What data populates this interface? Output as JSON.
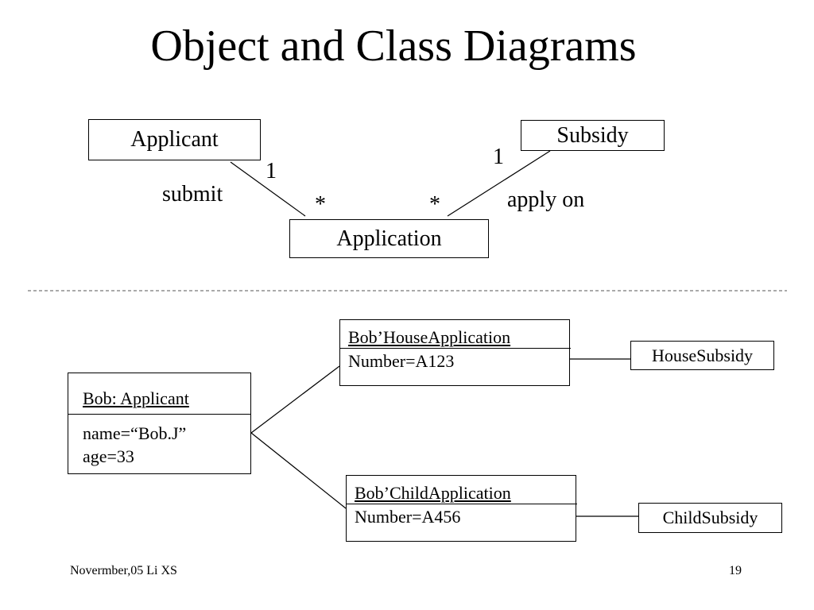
{
  "title": "Object and Class Diagrams",
  "class_diagram": {
    "classes": {
      "applicant": "Applicant",
      "subsidy": "Subsidy",
      "application": "Application"
    },
    "associations": {
      "submit": {
        "name": "submit",
        "applicant_end": "1",
        "application_end": "*"
      },
      "apply_on": {
        "name": "apply on",
        "subsidy_end": "1",
        "application_end": "*"
      }
    }
  },
  "object_diagram": {
    "bob": {
      "header": "Bob: Applicant",
      "attributes": [
        "name=“Bob.J”",
        "age=33"
      ]
    },
    "house_application": {
      "header": "Bob’HouseApplication",
      "attribute": "Number=A123"
    },
    "child_application": {
      "header": "Bob’ChildApplication",
      "attribute": "Number=A456"
    },
    "house_subsidy": "HouseSubsidy",
    "child_subsidy": "ChildSubsidy"
  },
  "footer": {
    "left": "Novermber,05 Li XS",
    "page": "19"
  }
}
